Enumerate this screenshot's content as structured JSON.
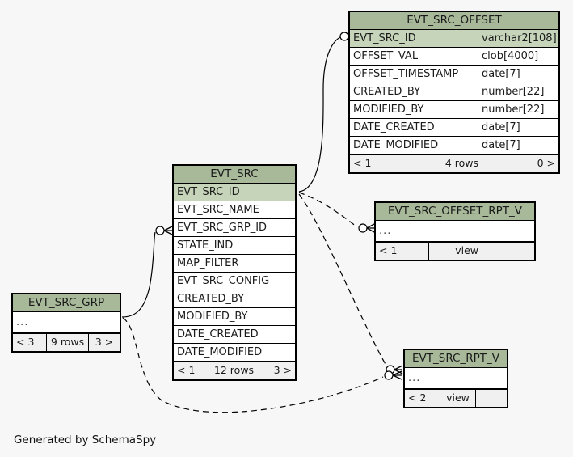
{
  "diagram": {
    "caption": "Generated by SchemaSpy",
    "background_color": "#f7f7f7",
    "title_color": "#a8b99a",
    "pk_row_color": "#c6d4ba",
    "footer_color": "#f0f0f0",
    "line_color": "#000000"
  },
  "tables": {
    "evt_src_offset": {
      "name": "EVT_SRC_OFFSET",
      "columns": [
        {
          "name": "EVT_SRC_ID",
          "type": "varchar2[108]",
          "pk": true
        },
        {
          "name": "OFFSET_VAL",
          "type": "clob[4000]",
          "pk": false
        },
        {
          "name": "OFFSET_TIMESTAMP",
          "type": "date[7]",
          "pk": false
        },
        {
          "name": "CREATED_BY",
          "type": "number[22]",
          "pk": false
        },
        {
          "name": "MODIFIED_BY",
          "type": "number[22]",
          "pk": false
        },
        {
          "name": "DATE_CREATED",
          "type": "date[7]",
          "pk": false
        },
        {
          "name": "DATE_MODIFIED",
          "type": "date[7]",
          "pk": false
        }
      ],
      "footer": {
        "left": "< 1",
        "center": "4 rows",
        "right": "0 >"
      }
    },
    "evt_src": {
      "name": "EVT_SRC",
      "columns": [
        {
          "name": "EVT_SRC_ID",
          "type": "",
          "pk": true
        },
        {
          "name": "EVT_SRC_NAME",
          "type": "",
          "pk": false
        },
        {
          "name": "EVT_SRC_GRP_ID",
          "type": "",
          "pk": false
        },
        {
          "name": "STATE_IND",
          "type": "",
          "pk": false
        },
        {
          "name": "MAP_FILTER",
          "type": "",
          "pk": false
        },
        {
          "name": "EVT_SRC_CONFIG",
          "type": "",
          "pk": false
        },
        {
          "name": "CREATED_BY",
          "type": "",
          "pk": false
        },
        {
          "name": "MODIFIED_BY",
          "type": "",
          "pk": false
        },
        {
          "name": "DATE_CREATED",
          "type": "",
          "pk": false
        },
        {
          "name": "DATE_MODIFIED",
          "type": "",
          "pk": false
        }
      ],
      "footer": {
        "left": "< 1",
        "center": "12 rows",
        "right": "3 >"
      }
    },
    "evt_src_grp": {
      "name": "EVT_SRC_GRP",
      "columns": [
        {
          "name": "...",
          "type": "",
          "pk": false
        }
      ],
      "footer": {
        "left": "< 3",
        "center": "9 rows",
        "right": "3 >"
      }
    },
    "evt_src_offset_rpt_v": {
      "name": "EVT_SRC_OFFSET_RPT_V",
      "columns": [
        {
          "name": "...",
          "type": "",
          "pk": false
        }
      ],
      "footer": {
        "left": "< 1",
        "center": "view",
        "right": ""
      }
    },
    "evt_src_rpt_v": {
      "name": "EVT_SRC_RPT_V",
      "columns": [
        {
          "name": "...",
          "type": "",
          "pk": false
        }
      ],
      "footer": {
        "left": "< 2",
        "center": "view",
        "right": ""
      }
    }
  },
  "relationships": [
    {
      "from": "evt_src.EVT_SRC_ID",
      "to": "evt_src_offset.EVT_SRC_ID",
      "style": "solid"
    },
    {
      "from": "evt_src_grp",
      "to": "evt_src.EVT_SRC_GRP_ID",
      "style": "solid"
    },
    {
      "from": "evt_src.EVT_SRC_ID",
      "to": "evt_src_offset_rpt_v",
      "style": "dashed"
    },
    {
      "from": "evt_src.EVT_SRC_ID",
      "to": "evt_src_rpt_v",
      "style": "dashed"
    },
    {
      "from": "evt_src_grp",
      "to": "evt_src_rpt_v",
      "style": "dashed"
    }
  ]
}
